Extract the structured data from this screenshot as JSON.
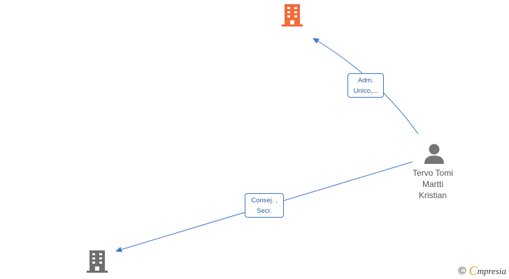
{
  "colors": {
    "edge": "#3b78c9",
    "company_main": "#f26b3a",
    "company_other": "#6e6e6e",
    "person": "#757575",
    "brand_accent": "#e8952a"
  },
  "nodes": {
    "company_top": {
      "icon": "building-icon"
    },
    "company_bottom": {
      "icon": "building-icon"
    },
    "person": {
      "icon": "person-icon",
      "name_lines": [
        "Tervo Tomi",
        "Martti",
        "Kristian"
      ]
    }
  },
  "edges": [
    {
      "label_lines": [
        "Adm.",
        "Unico,..."
      ]
    },
    {
      "label_lines": [
        "Consej. ,",
        "Secr."
      ]
    }
  ],
  "brand": {
    "copyright": "©",
    "initial": "C",
    "rest": "mpresia"
  }
}
